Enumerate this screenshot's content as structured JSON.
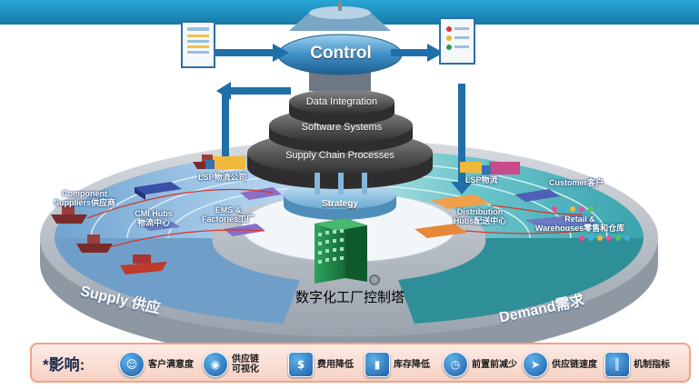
{
  "tower": {
    "control": "Control",
    "data_integration": "Data Integration",
    "software_systems": "Software Systems",
    "supply_chain_processes": "Supply Chain Processes",
    "strategy": "Strategy"
  },
  "center_label": "数字化工厂控制塔",
  "supply_side": {
    "ring_label": "Supply 供应",
    "nodes": [
      {
        "id": "component",
        "line1": "Component",
        "line2": "Suppliers供应商"
      },
      {
        "id": "cmi",
        "line1": "CMI Hubs",
        "line2": "物流中心"
      },
      {
        "id": "ems",
        "line1": "EMS &",
        "line2": "Factories工厂"
      },
      {
        "id": "lsp_left",
        "line1": "LSP物流公司",
        "line2": ""
      }
    ]
  },
  "demand_side": {
    "ring_label": "Demand需求",
    "nodes": [
      {
        "id": "lsp_right",
        "line1": "LSP物流",
        "line2": ""
      },
      {
        "id": "distribution",
        "line1": "Distribution",
        "line2": "Hubs配送中心"
      },
      {
        "id": "customer",
        "line1": "Customer客户",
        "line2": ""
      },
      {
        "id": "retail",
        "line1": "Retail &",
        "line2": "Warehouses零售和仓库"
      }
    ]
  },
  "impact": {
    "title": "*影响:",
    "items": [
      {
        "icon": "smiley-icon",
        "label": "客户满意度",
        "label2": ""
      },
      {
        "icon": "eye-icon",
        "label": "供应链",
        "label2": "可视化"
      },
      {
        "icon": "dollar-icon",
        "label": "费用降低",
        "label2": ""
      },
      {
        "icon": "stock-bars-icon",
        "label": "库存降低",
        "label2": ""
      },
      {
        "icon": "clock-icon",
        "label": "前置前减少",
        "label2": ""
      },
      {
        "icon": "runner-icon",
        "label": "供应链速度",
        "label2": ""
      },
      {
        "icon": "metrics-bars-icon",
        "label": "机制指标",
        "label2": ""
      }
    ]
  },
  "colors": {
    "top_banner": "#1d8fbf",
    "supply_ring": "#8bbde0",
    "demand_ring": "#5fc0c8",
    "impact_border": "#f2a283",
    "impact_bg": "#fbe3d9",
    "tower_disc": "#5a5a5a",
    "building": "#1f8a4a"
  }
}
